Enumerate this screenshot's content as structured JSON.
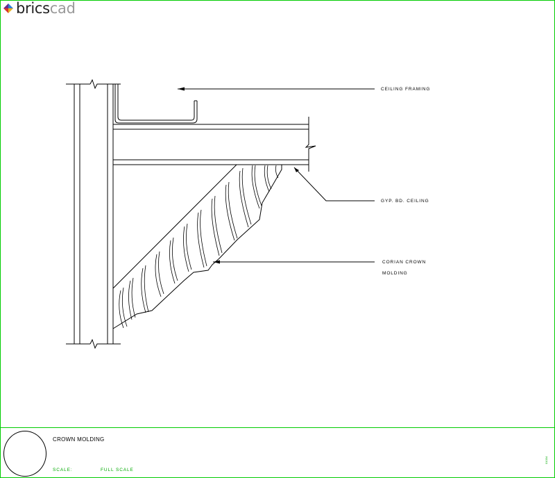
{
  "brand": {
    "name_part1": "brics",
    "name_part2": "cad"
  },
  "callouts": {
    "ceiling_framing": "CEILING FRAMING",
    "gyp_bd_ceiling": "GYP. BD. CEILING",
    "corian_line1": "CORIAN CROWN",
    "corian_line2": "MOLDING"
  },
  "title_block": {
    "title": "CROWN MOLDING",
    "scale_label": "SCALE:",
    "scale_value": "FULL SCALE",
    "code": "01034"
  },
  "colors": {
    "frame": "#00cc00",
    "scale_text": "#00aa00",
    "linework": "#000000"
  }
}
